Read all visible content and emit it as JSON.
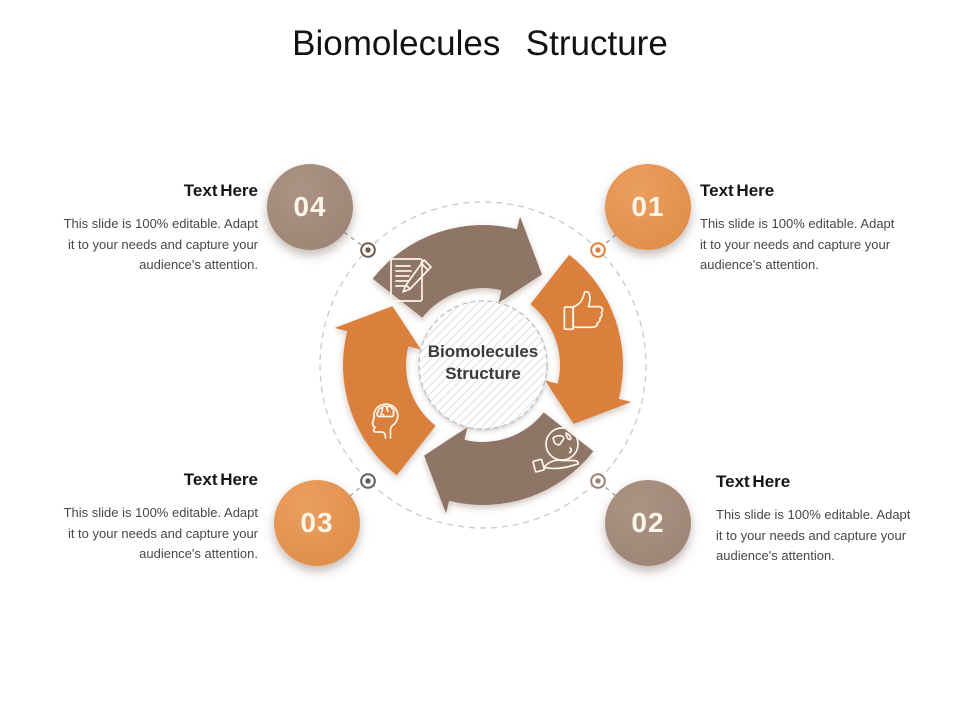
{
  "slide": {
    "title": "Biomolecules Structure",
    "background": "#FFFFFF"
  },
  "diagram": {
    "center_label": "Biomolecules Structure",
    "ring_icons": [
      {
        "name": "document-edit-icon",
        "segment": "top-left",
        "segment_color_key": "brown_arrow"
      },
      {
        "name": "thumbs-up-icon",
        "segment": "top-right",
        "segment_color_key": "orange_arrow"
      },
      {
        "name": "globe-in-hand-icon",
        "segment": "bottom-right",
        "segment_color_key": "brown_arrow"
      },
      {
        "name": "head-brain-icon",
        "segment": "bottom-left",
        "segment_color_key": "orange_arrow"
      }
    ]
  },
  "items": [
    {
      "number": "04",
      "heading": "Text Here",
      "body": "This slide is 100% editable. Adapt it to your needs and capture your audience's attention."
    },
    {
      "number": "01",
      "heading": "Text Here",
      "body": "This slide is 100% editable. Adapt it to your needs and capture your audience's attention."
    },
    {
      "number": "03",
      "heading": "Text Here",
      "body": "This slide is 100% editable. Adapt it to your needs and capture your audience's attention."
    },
    {
      "number": "02",
      "heading": "Text Here",
      "body": "This slide is 100% editable. Adapt it to your needs and capture your audience's attention."
    }
  ],
  "colors": {
    "title_text": "#121212",
    "heading_text": "#161616",
    "body_text": "#474747",
    "center_text": "#3A3A3A",
    "number_text": "#FCF6EA",
    "icon_stroke": "#FBF5E8",
    "orange_arrow": "#DB7F3C",
    "orange_circle": "#DE8A45",
    "orange_circle_light": "#EA9F60",
    "brown_arrow": "#8E7566",
    "brown_circle": "#9B8172",
    "brown_circle_light": "#AC9384",
    "guide_gray": "#CFCBC8",
    "connector_gray": "#B5AEA8",
    "hatch_line": "#E2E2E2",
    "hatch_border": "#BFBCB9",
    "target_04": "#6E5B4E",
    "target_01": "#DC8140",
    "target_03": "#5E5E5E",
    "target_02": "#9B8172"
  }
}
